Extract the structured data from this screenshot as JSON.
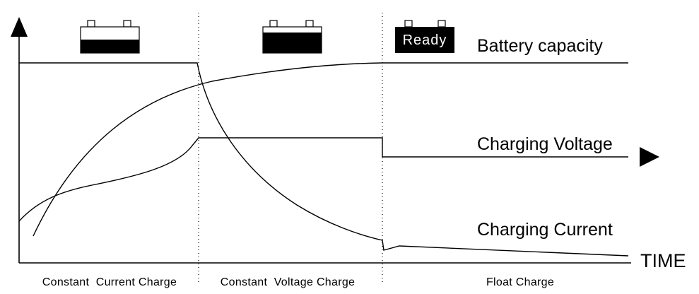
{
  "labels": {
    "battery_capacity": "Battery capacity",
    "charging_voltage": "Charging Voltage",
    "charging_current": "Charging Current",
    "time": "TIME"
  },
  "phases": {
    "constant_current": "Constant  Current Charge",
    "constant_voltage": "Constant  Voltage Charge",
    "float": "Float Charge"
  },
  "battery_icons": {
    "ready_text": "Ready"
  },
  "colors": {
    "line": "#000000",
    "background": "#ffffff"
  }
}
